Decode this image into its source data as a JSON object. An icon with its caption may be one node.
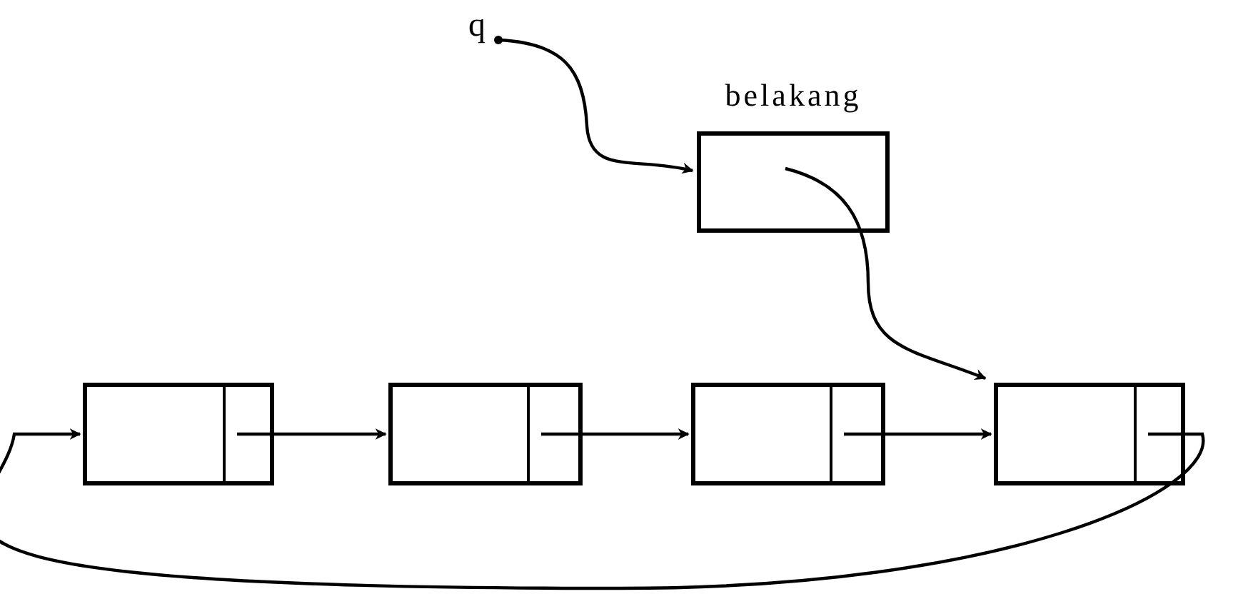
{
  "diagram": {
    "nodes": [
      {
        "text": [
          "q"
        ]
      },
      {
        "text": [
          "belakang"
        ]
      },
      {
        "text": [],
        "shape": "box"
      },
      {
        "text": [],
        "shape": "box"
      },
      {
        "text": [],
        "shape": "box"
      },
      {
        "text": [],
        "shape": "box"
      }
    ],
    "edges": [
      {
        "from": 0,
        "to": 1,
        "arrow": "to"
      },
      {
        "from": 1,
        "to": 5,
        "arrow": "to"
      },
      {
        "from": 2,
        "to": 3,
        "arrow": "to"
      },
      {
        "from": 3,
        "to": 4,
        "arrow": "to"
      },
      {
        "from": 4,
        "to": 5,
        "arrow": "to"
      },
      {
        "from": 5,
        "to": 2,
        "arrow": "to"
      }
    ]
  }
}
